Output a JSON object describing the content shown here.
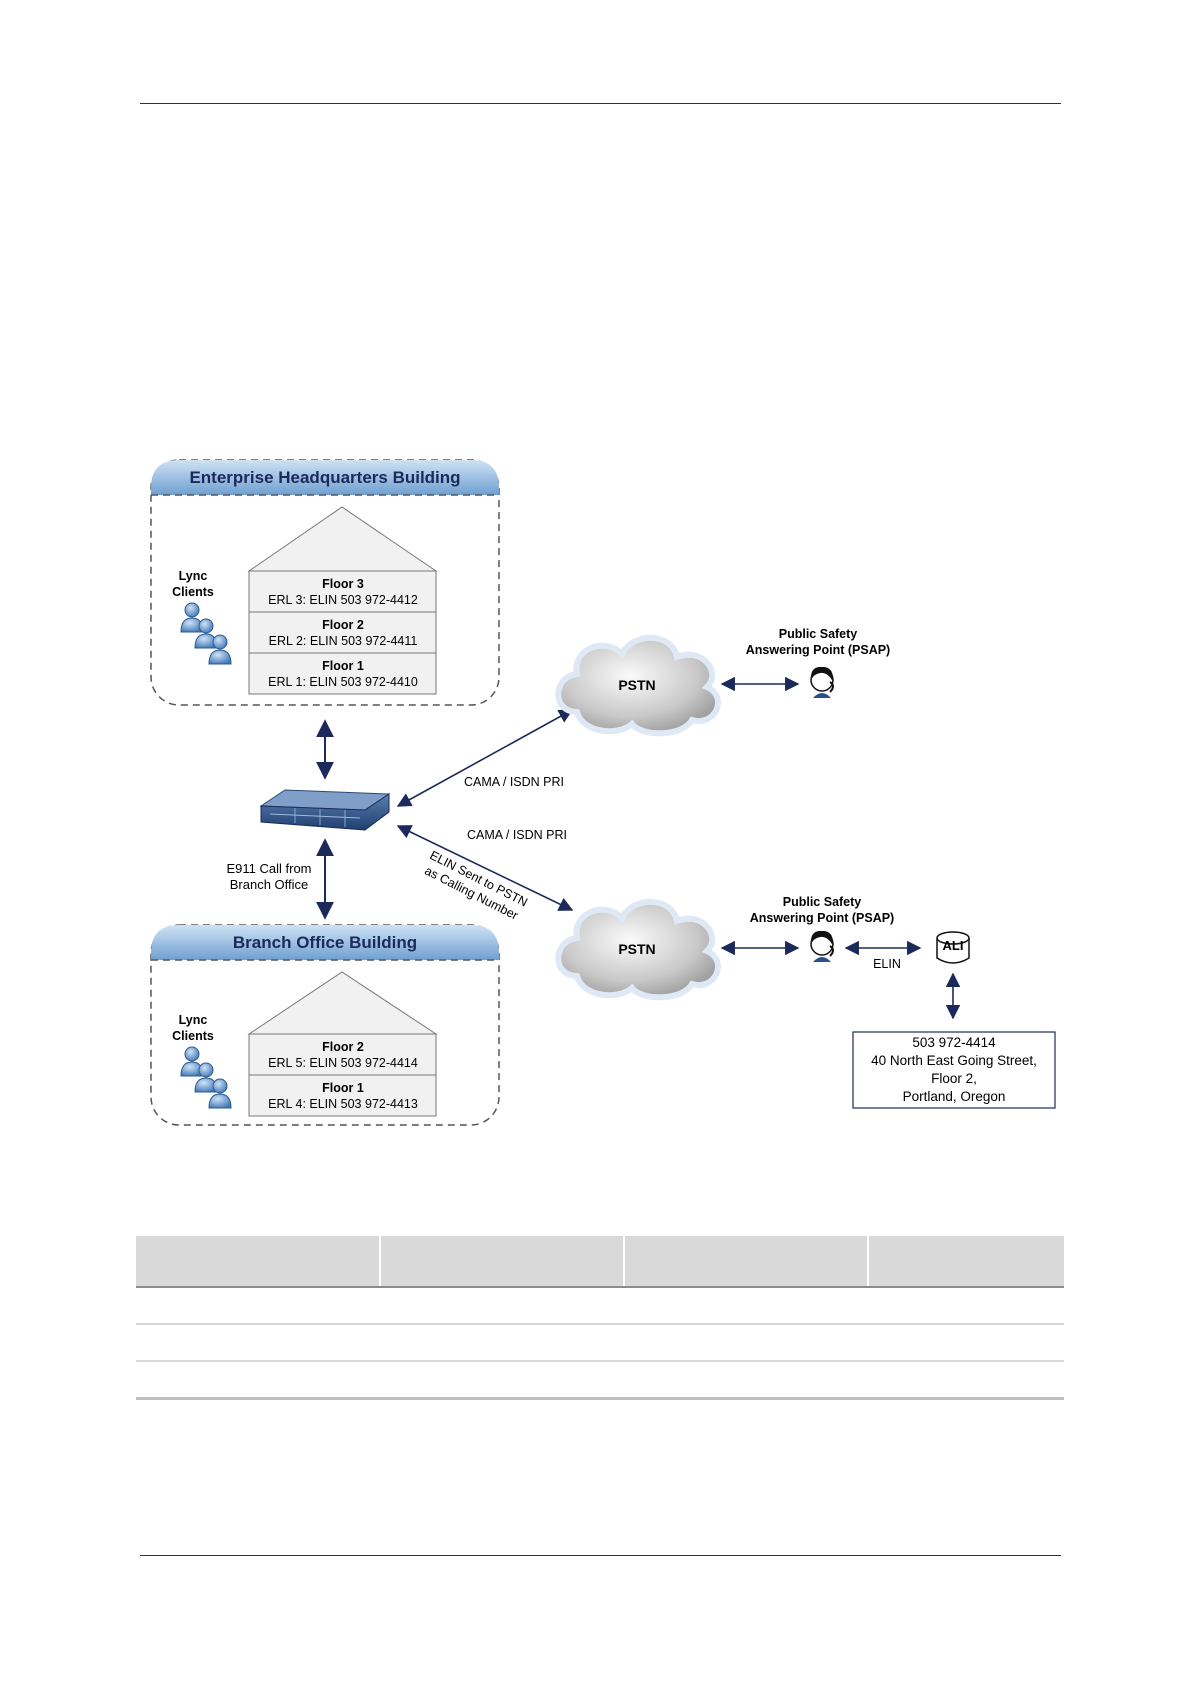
{
  "diagram": {
    "hq_title": "Enterprise Headquarters Building",
    "branch_title": "Branch Office Building",
    "hq_clients_line1": "Lync",
    "hq_clients_line2": "Clients",
    "branch_clients_line1": "Lync",
    "branch_clients_line2": "Clients",
    "hq_floors": [
      {
        "name": "Floor 3",
        "erl": "ERL 3: ELIN 503 972-4412"
      },
      {
        "name": "Floor 2",
        "erl": "ERL 2: ELIN 503 972-4411"
      },
      {
        "name": "Floor 1",
        "erl": "ERL 1: ELIN 503 972-4410"
      }
    ],
    "branch_floors": [
      {
        "name": "Floor 2",
        "erl": "ERL 5: ELIN 503 972-4414"
      },
      {
        "name": "Floor 1",
        "erl": "ERL 4: ELIN 503 972-4413"
      }
    ],
    "pstn_top": "PSTN",
    "pstn_bottom": "PSTN",
    "psap_top_line1": "Public Safety",
    "psap_top_line2": "Answering Point (PSAP)",
    "psap_bottom_line1": "Public Safety",
    "psap_bottom_line2": "Answering Point (PSAP)",
    "link_top": "CAMA / ISDN PRI",
    "link_bottom": "CAMA / ISDN PRI",
    "elin_sent_line1": "ELIN Sent to PSTN",
    "elin_sent_line2": "as Calling Number",
    "e911_line1": "E911 Call from",
    "e911_line2": "Branch Office",
    "ali": "ALI",
    "elin": "ELIN",
    "address_lines": [
      "503 972-4414",
      "40 North East Going Street,",
      "Floor 2,",
      "Portland, Oregon"
    ]
  },
  "table": {
    "columns": 4,
    "body_rows": 3
  }
}
